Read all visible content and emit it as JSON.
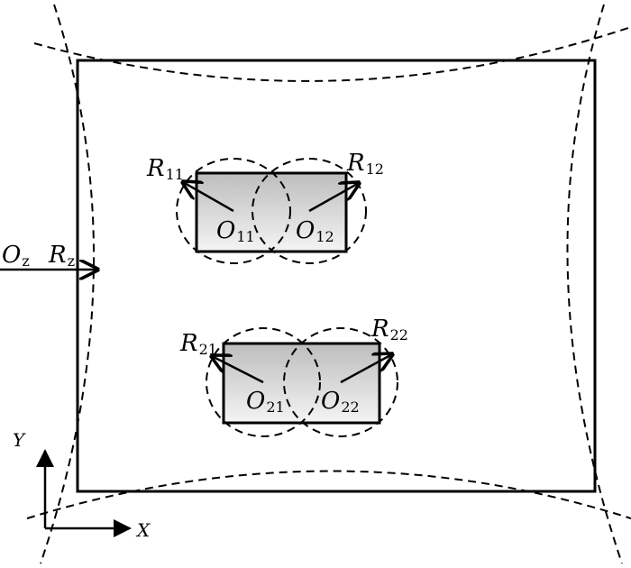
{
  "labels": {
    "R11": {
      "main": "R",
      "sub": "11"
    },
    "R12": {
      "main": "R",
      "sub": "12"
    },
    "O11": {
      "main": "O",
      "sub": "11"
    },
    "O12": {
      "main": "O",
      "sub": "12"
    },
    "R21": {
      "main": "R",
      "sub": "21"
    },
    "R22": {
      "main": "R",
      "sub": "22"
    },
    "O21": {
      "main": "O",
      "sub": "21"
    },
    "O22": {
      "main": "O",
      "sub": "22"
    },
    "Oz": {
      "main": "O",
      "sub": "z"
    },
    "Rz": {
      "main": "R",
      "sub": "z"
    },
    "axis_x": "X",
    "axis_y": "Y"
  },
  "colors": {
    "stroke": "#000000",
    "fill_light": "#f2f2f2",
    "fill_dark": "#bdbdbd"
  }
}
